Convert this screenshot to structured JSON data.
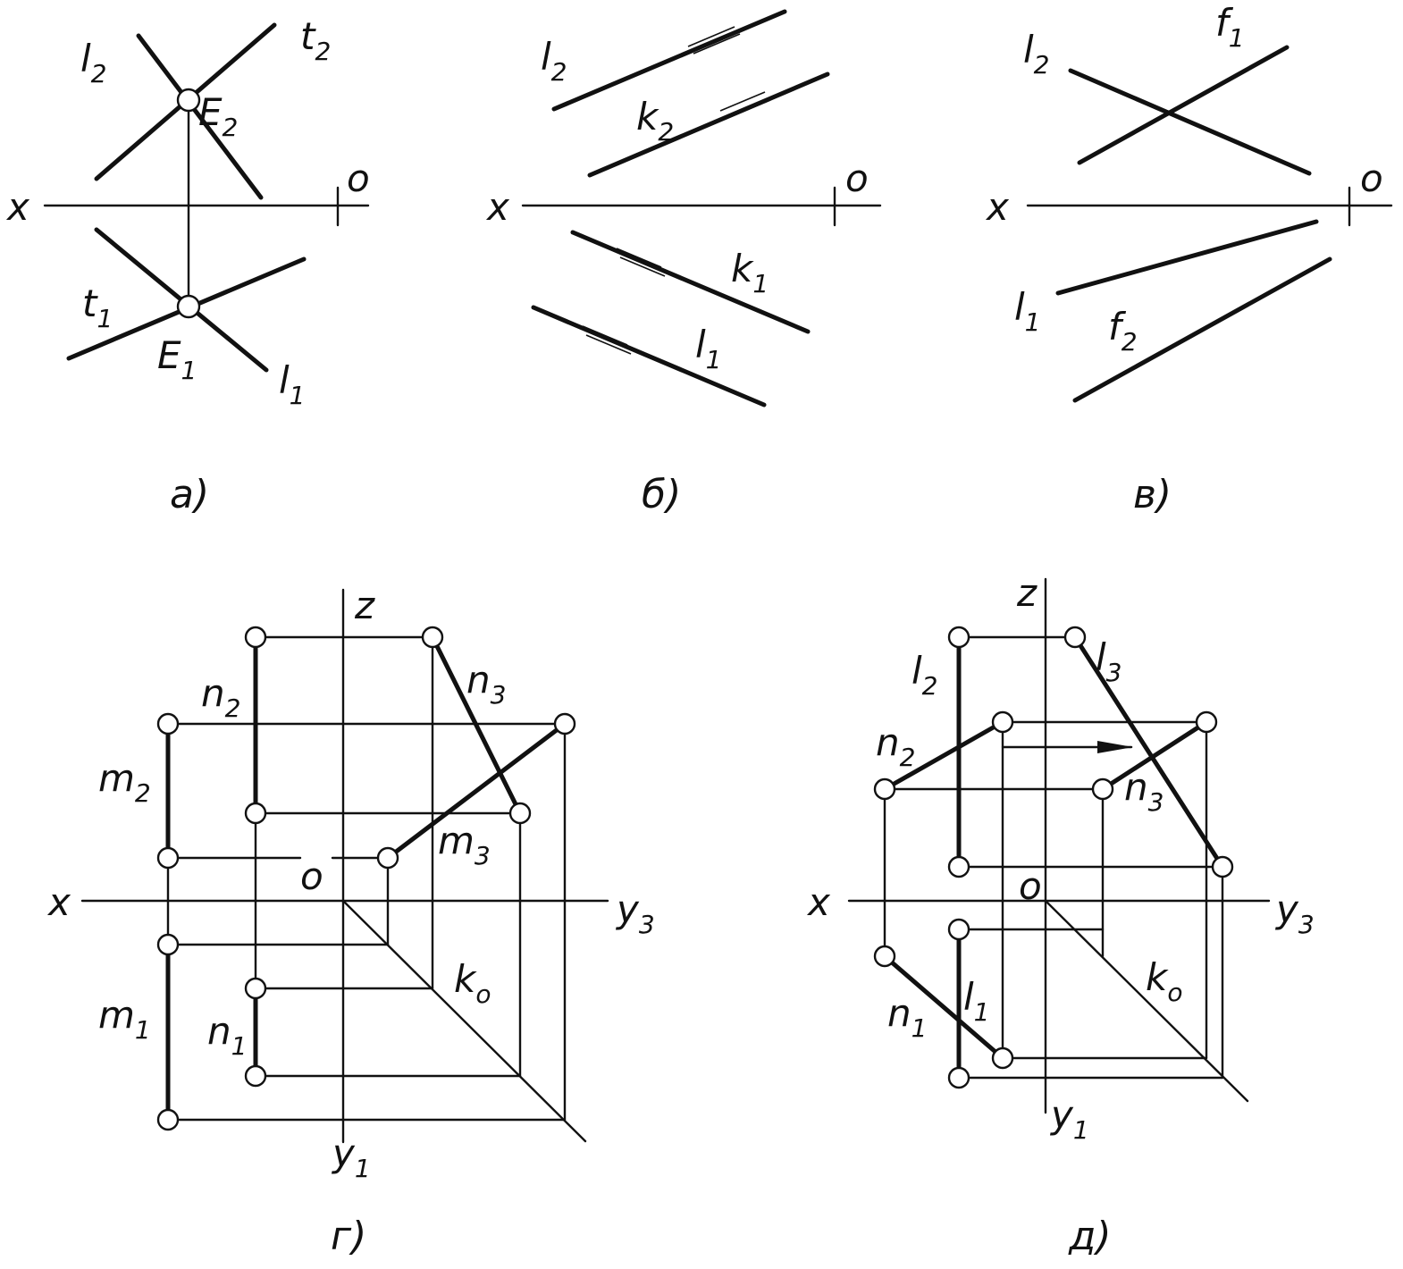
{
  "panels": {
    "a": {
      "caption": "а)",
      "axis_x": "x",
      "axis_o": "o",
      "l2": {
        "base": "l",
        "sub": "2"
      },
      "t2": {
        "base": "t",
        "sub": "2"
      },
      "E2": {
        "base": "E",
        "sub": "2"
      },
      "t1": {
        "base": "t",
        "sub": "1"
      },
      "E1": {
        "base": "E",
        "sub": "1"
      },
      "l1": {
        "base": "l",
        "sub": "1"
      }
    },
    "b": {
      "caption": "б)",
      "axis_x": "x",
      "axis_o": "o",
      "l2": {
        "base": "l",
        "sub": "2"
      },
      "k2": {
        "base": "k",
        "sub": "2"
      },
      "k1": {
        "base": "k",
        "sub": "1"
      },
      "l1": {
        "base": "l",
        "sub": "1"
      }
    },
    "v": {
      "caption": "в)",
      "axis_x": "x",
      "axis_o": "o",
      "l2": {
        "base": "l",
        "sub": "2"
      },
      "f1": {
        "base": "f",
        "sub": "1"
      },
      "l1": {
        "base": "l",
        "sub": "1"
      },
      "f2": {
        "base": "f",
        "sub": "2"
      }
    },
    "g": {
      "caption": "г)",
      "axis_x": "x",
      "axis_z": "z",
      "axis_o": "o",
      "y3": {
        "base": "y",
        "sub": "3"
      },
      "y1": {
        "base": "y",
        "sub": "1"
      },
      "n2": {
        "base": "n",
        "sub": "2"
      },
      "n3": {
        "base": "n",
        "sub": "3"
      },
      "m2": {
        "base": "m",
        "sub": "2"
      },
      "m3": {
        "base": "m",
        "sub": "3"
      },
      "m1": {
        "base": "m",
        "sub": "1"
      },
      "n1": {
        "base": "n",
        "sub": "1"
      },
      "k0": {
        "base": "k",
        "sub": "o"
      }
    },
    "d": {
      "caption": "д)",
      "axis_x": "x",
      "axis_z": "z",
      "axis_o": "o",
      "y3": {
        "base": "y",
        "sub": "3"
      },
      "y1": {
        "base": "y",
        "sub": "1"
      },
      "l2": {
        "base": "l",
        "sub": "2"
      },
      "l3": {
        "base": "l",
        "sub": "3"
      },
      "n2": {
        "base": "n",
        "sub": "2"
      },
      "n3": {
        "base": "n",
        "sub": "3"
      },
      "n1": {
        "base": "n",
        "sub": "1"
      },
      "l1": {
        "base": "l",
        "sub": "1"
      },
      "k0": {
        "base": "k",
        "sub": "o"
      }
    }
  }
}
